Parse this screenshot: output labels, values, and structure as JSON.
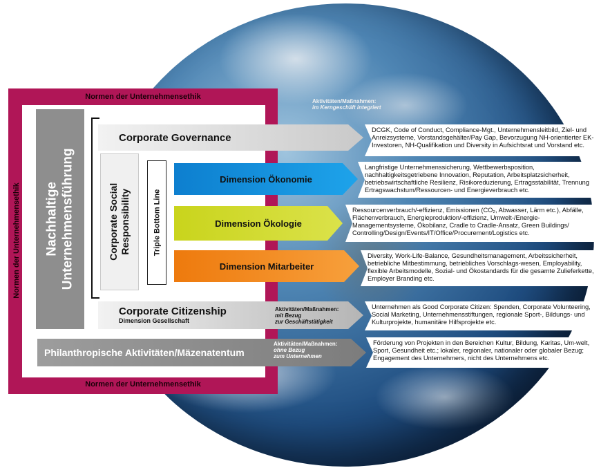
{
  "frame": {
    "label_top": "Normen der Unternehmensethik",
    "label_bottom": "Normen der Unternehmensethik",
    "label_left": "Normen der Unternehmensethik"
  },
  "main_label": {
    "line1": "Nachhaltige",
    "line2": "Unternehmensführung"
  },
  "csr_label": {
    "line1": "Corporate Social",
    "line2": "Responsibility"
  },
  "tbl_label": "Triple Bottom Line",
  "notes": {
    "kern_line1": "Aktivitäten/Maßnahmen:",
    "kern_line2": "im Kerngeschäft integriert",
    "mit_line1": "Aktivitäten/Maßnahmen:",
    "mit_line2": "mit Bezug",
    "mit_line3": "zur Geschäftstätigkeit",
    "ohne_line1": "Aktivitäten/Maßnahmen:",
    "ohne_line2": "ohne Bezug",
    "ohne_line3": "zum Unternehmen"
  },
  "bars": {
    "governance": "Corporate Governance",
    "oekonomie": "Dimension Ökonomie",
    "oekologie": "Dimension Ökologie",
    "mitarbeiter": "Dimension Mitarbeiter",
    "citizenship_title": "Corporate Citizenship",
    "citizenship_sub": "Dimension Gesellschaft",
    "philanthropie": "Philanthropische Aktivitäten/Mäzenatentum"
  },
  "descriptions": {
    "governance": "DCGK, Code of Conduct, Compliance-Mgt., Unternehmensleitbild, Ziel- und Anreizsysteme, Vorstandsgehälter/Pay Gap, Bevorzugung NH-orientierter EK-Investoren, NH-Qualifikation und Diversity in Aufsichtsrat und Vorstand etc.",
    "oekonomie": "Langfristige Unternehmenssicherung, Wettbewerbsposition, nachhaltigkeitsgetriebene Innovation, Reputation, Arbeitsplatzsicherheit, betriebswirtschaftliche Resilienz, Risikoreduzierung, Ertragsstabilität, Trennung Ertragswachstum/Ressourcen- und Energieverbrauch etc.",
    "oekologie": "Ressourcenverbrauch/-effizienz, Emissionen (CO₂, Abwasser, Lärm etc.), Abfälle, Flächenverbrauch, Energieproduktion/-effizienz, Umwelt-/Energie-Managementsysteme, Ökobilanz, Cradle to Cradle-Ansatz, Green Buildings/ Controlling/Design/Events/IT/Office/Procurement/Logistics etc.",
    "mitarbeiter": "Diversity, Work-Life-Balance, Gesundheitsmanagement, Arbeitssicherheit, betriebliche Mitbestimmung, betriebliches Vorschlags-wesen, Employability, flexible Arbeitsmodelle, Sozial- und Ökostandards für die gesamte Zulieferkette, Employer Branding etc.",
    "citizenship": "Unternehmen als Good Corporate Citizen: Spenden, Corporate Volunteering, Social Marketing, Unternehmensstiftungen, regionale Sport-, Bildungs- und Kulturprojekte, humanitäre Hilfsprojekte etc.",
    "philanthropie": "Förderung von Projekten in den Bereichen Kultur, Bildung, Karitas, Um-welt, Sport, Gesundheit etc.; lokaler, regionaler, nationaler oder globaler Bezug; Engagement des Unternehmers, nicht des Unternehmens etc."
  },
  "colors": {
    "frame": "#b01657",
    "oekonomie": "#0d7fcf",
    "oekologie": "#c9d41c",
    "mitarbeiter": "#ee7a0d",
    "grey": "#8e8e8e"
  }
}
